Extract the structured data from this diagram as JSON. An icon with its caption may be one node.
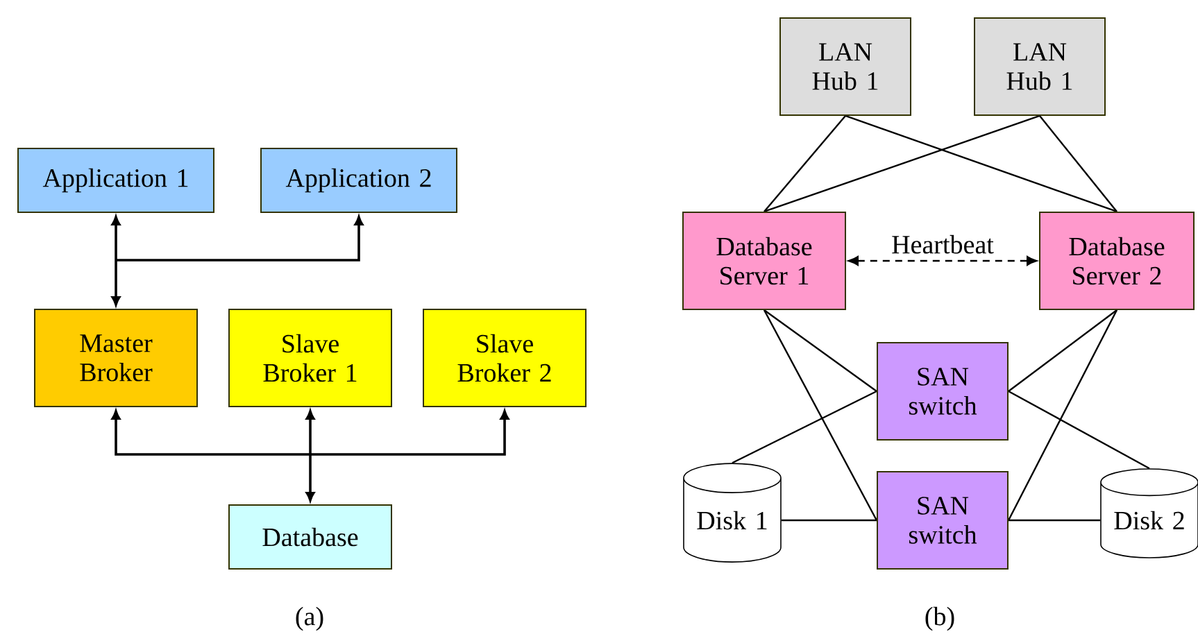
{
  "diagram": {
    "nodes": [
      {
        "text": [
          "Application 1"
        ]
      },
      {
        "text": [
          "Application 2"
        ]
      },
      {
        "text": [
          "Master Broker"
        ]
      },
      {
        "text": [
          "Slave Broker 1"
        ]
      },
      {
        "text": [
          "Slave Broker 2"
        ]
      },
      {
        "text": [
          "Database"
        ]
      },
      {
        "text": [
          "LAN Hub 1"
        ]
      },
      {
        "text": [
          "LAN Hub 1"
        ]
      },
      {
        "text": [
          "Database Server 1"
        ]
      },
      {
        "text": [
          "Database Server 2"
        ]
      },
      {
        "text": [
          "SAN switch"
        ]
      },
      {
        "text": [
          "SAN switch"
        ]
      },
      {
        "text": [
          "Disk 1"
        ]
      },
      {
        "text": [
          "Disk 2"
        ]
      }
    ],
    "edges": [
      {
        "from": 2,
        "to": 0,
        "arrow": "both"
      },
      {
        "from": 2,
        "to": 1,
        "arrow": "both"
      },
      {
        "from": 5,
        "to": 2,
        "arrow": "both"
      },
      {
        "from": 5,
        "to": 3,
        "arrow": "both"
      },
      {
        "from": 5,
        "to": 4,
        "arrow": "both"
      },
      {
        "from": 6,
        "to": 8,
        "arrow": "none"
      },
      {
        "from": 6,
        "to": 9,
        "arrow": "none"
      },
      {
        "from": 7,
        "to": 8,
        "arrow": "none"
      },
      {
        "from": 7,
        "to": 9,
        "arrow": "none"
      },
      {
        "from": 8,
        "to": 9,
        "arrow": "both",
        "style": "dashed",
        "label": "Heartbeat"
      },
      {
        "from": 8,
        "to": 10,
        "arrow": "none"
      },
      {
        "from": 8,
        "to": 11,
        "arrow": "none"
      },
      {
        "from": 9,
        "to": 10,
        "arrow": "none"
      },
      {
        "from": 9,
        "to": 11,
        "arrow": "none"
      },
      {
        "from": 12,
        "to": 10,
        "arrow": "none"
      },
      {
        "from": 12,
        "to": 11,
        "arrow": "none"
      },
      {
        "from": 13,
        "to": 10,
        "arrow": "none"
      },
      {
        "from": 13,
        "to": 11,
        "arrow": "none"
      }
    ],
    "labels": [
      "(a)",
      "(b)"
    ]
  }
}
